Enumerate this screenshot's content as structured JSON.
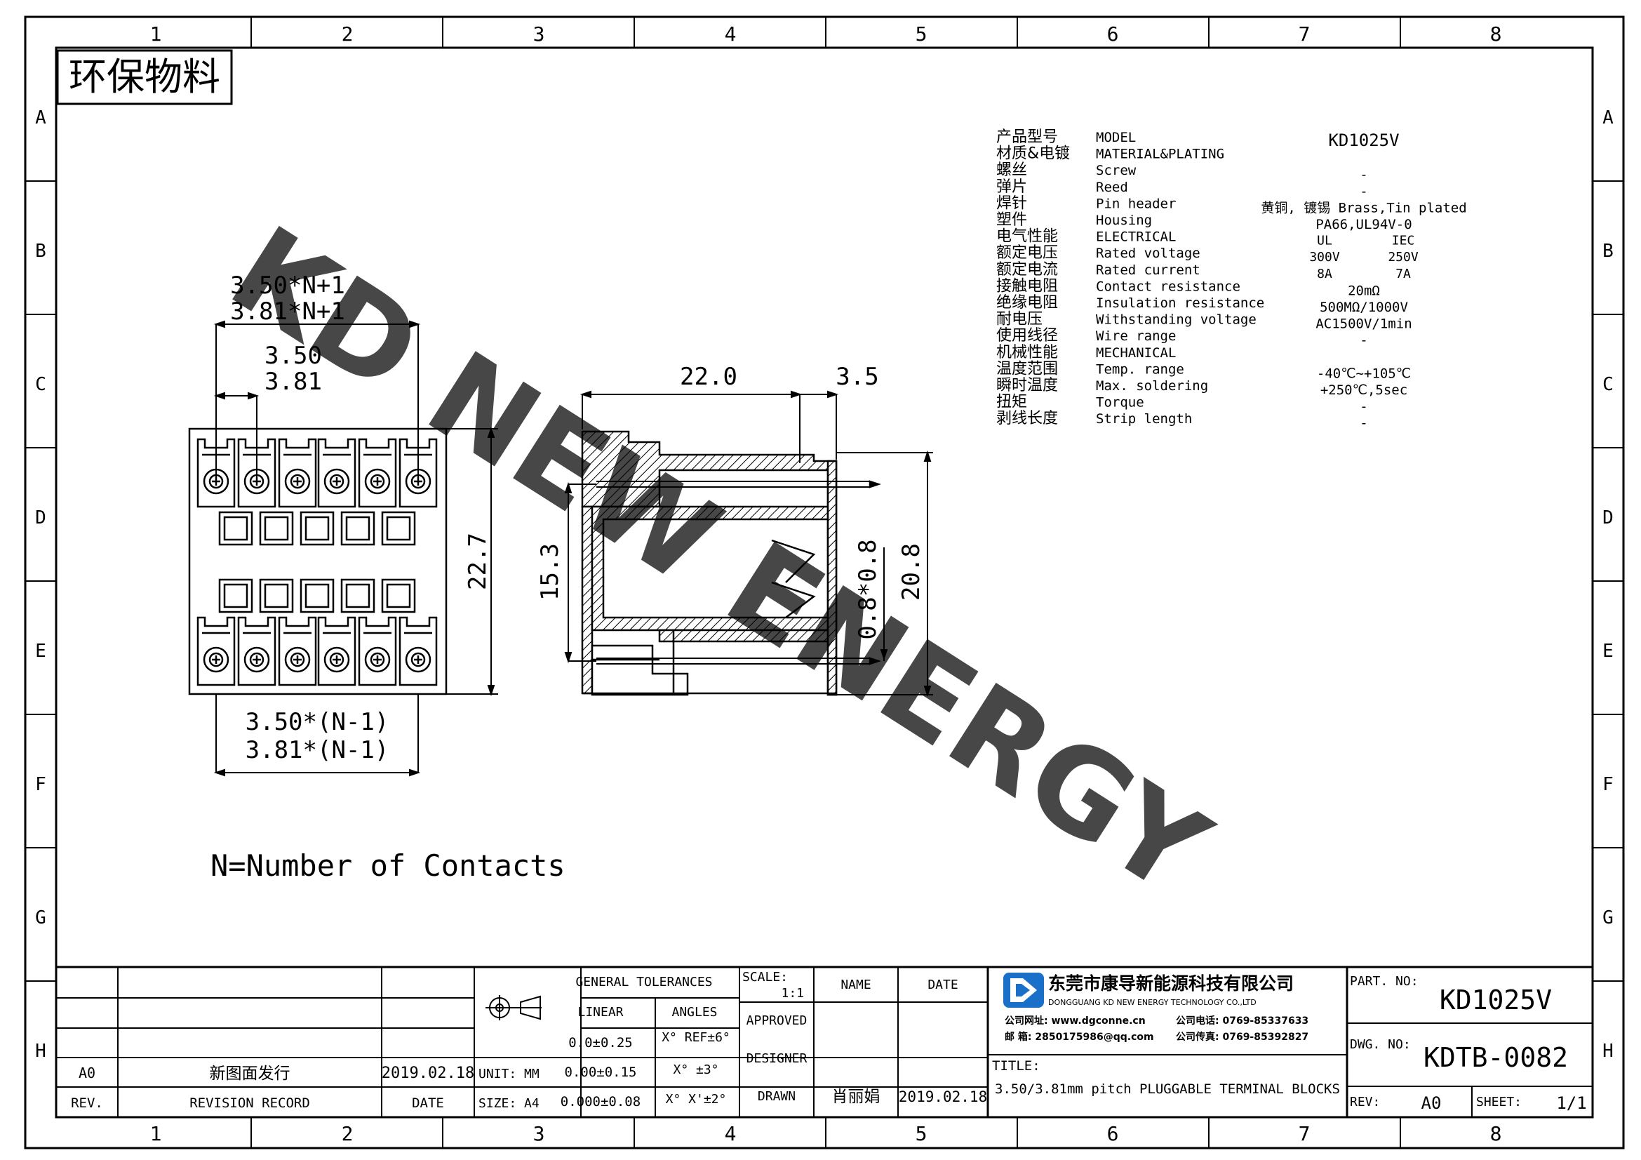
{
  "stamp": "环保物料",
  "watermark": "KD NEW ENERGY",
  "grid": {
    "columns": [
      "1",
      "2",
      "3",
      "4",
      "5",
      "6",
      "7",
      "8"
    ],
    "rows": [
      "A",
      "B",
      "C",
      "D",
      "E",
      "F",
      "G",
      "H"
    ]
  },
  "dims": {
    "top1": "3.50*N+1",
    "top2": "3.81*N+1",
    "pitch1": "3.50",
    "pitch2": "3.81",
    "bottom1": "3.50*(N-1)",
    "bottom2": "3.81*(N-1)",
    "height_front": "22.7",
    "side_width": "22.0",
    "side_small": "3.5",
    "side_h153": "15.3",
    "side_pin": "0.8*0.8",
    "side_h208": "20.8"
  },
  "note": "N=Number of Contacts",
  "specs": [
    {
      "cn": "产品型号",
      "en": "MODEL",
      "v1": "KD1025V",
      "v2": ""
    },
    {
      "cn": "材质&电镀",
      "en": "MATERIAL&PLATING",
      "v1": "",
      "v2": ""
    },
    {
      "cn": "螺丝",
      "en": "Screw",
      "v1": "-",
      "v2": ""
    },
    {
      "cn": "弹片",
      "en": "Reed",
      "v1": "-",
      "v2": ""
    },
    {
      "cn": "焊针",
      "en": "Pin header",
      "v1": "黄铜, 镀锡 Brass,Tin plated",
      "v2": ""
    },
    {
      "cn": "塑件",
      "en": "Housing",
      "v1": "PA66,UL94V-0",
      "v2": ""
    },
    {
      "cn": "电气性能",
      "en": "ELECTRICAL",
      "v1": "UL",
      "v2": "IEC"
    },
    {
      "cn": "额定电压",
      "en": "Rated voltage",
      "v1": "300V",
      "v2": "250V"
    },
    {
      "cn": "额定电流",
      "en": "Rated current",
      "v1": "8A",
      "v2": "7A"
    },
    {
      "cn": "接触电阻",
      "en": "Contact resistance",
      "v1": "20mΩ",
      "v2": ""
    },
    {
      "cn": "绝缘电阻",
      "en": "Insulation resistance",
      "v1": "500MΩ/1000V",
      "v2": ""
    },
    {
      "cn": "耐电压",
      "en": "Withstanding voltage",
      "v1": "AC1500V/1min",
      "v2": ""
    },
    {
      "cn": "使用线径",
      "en": "Wire range",
      "v1": "-",
      "v2": ""
    },
    {
      "cn": "机械性能",
      "en": "MECHANICAL",
      "v1": "",
      "v2": ""
    },
    {
      "cn": "温度范围",
      "en": "Temp. range",
      "v1": "-40℃~+105℃",
      "v2": ""
    },
    {
      "cn": "瞬时温度",
      "en": "Max. soldering",
      "v1": "+250℃,5sec",
      "v2": ""
    },
    {
      "cn": "扭矩",
      "en": "Torque",
      "v1": "-",
      "v2": ""
    },
    {
      "cn": "剥线长度",
      "en": "Strip length",
      "v1": "-",
      "v2": ""
    }
  ],
  "title_block": {
    "rev_value": "A0",
    "rev_record_value": "新图面发行",
    "rev_date_value": "2019.02.18",
    "rev_label": "REV.",
    "revision_record_label": "REVISION RECORD",
    "date_label": "DATE",
    "unit": "UNIT: MM",
    "size": "SIZE: A4",
    "general_tolerances": "GENERAL TOLERANCES",
    "linear": "LINEAR",
    "angles": "ANGLES",
    "tol1": "0.0±0.25",
    "tol2": "0.00±0.15",
    "tol3": "0.000±0.08",
    "ang1": "X° REF±6°",
    "ang2": "X° ±3°",
    "ang3": "X° X'±2°",
    "scale_label": "SCALE:",
    "scale_value": "1:1",
    "name_label": "NAME",
    "date_col_label": "DATE",
    "approved": "APPROVED",
    "designer": "DESIGNER",
    "drawn": "DRAWN",
    "drawn_name": "肖丽娟",
    "drawn_date": "2019.02.18",
    "company_cn": "东莞市康导新能源科技有限公司",
    "company_en": "DONGGUANG KD NEW ENERGY TECHNOLOGY CO.,LTD",
    "web": "公司网址: www.dgconne.cn",
    "phone": "公司电话: 0769-85337633",
    "email": "邮   箱: 2850175986@qq.com",
    "fax": "公司传真: 0769-85392827",
    "title_label": "TITLE:",
    "title_value": "3.50/3.81mm pitch PLUGGABLE TERMINAL BLOCKS",
    "part_no_label": "PART. NO:",
    "part_no": "KD1025V",
    "dwg_no_label": "DWG. NO:",
    "dwg_no": "KDTB-0082",
    "rev2_label": "REV:",
    "rev2_value": "A0",
    "sheet_label": "SHEET:",
    "sheet_value": "1/1"
  }
}
